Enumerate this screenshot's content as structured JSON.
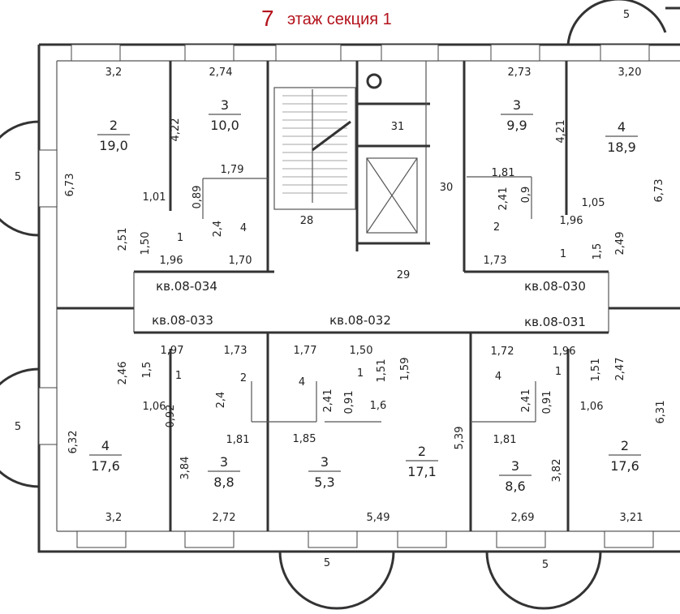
{
  "title": {
    "number": "7",
    "text": "этаж секция 1"
  },
  "apartments": [
    "кв.08-034",
    "кв.08-033",
    "кв.08-032",
    "кв.08-030",
    "кв.08-031"
  ],
  "rooms": [
    {
      "num": "2",
      "area": "19,0"
    },
    {
      "num": "3",
      "area": "10,0"
    },
    {
      "num": "3",
      "area": "9,9"
    },
    {
      "num": "4",
      "area": "18,9"
    },
    {
      "num": "4",
      "area": "17,6"
    },
    {
      "num": "3",
      "area": "8,8"
    },
    {
      "num": "3",
      "area": "5,3"
    },
    {
      "num": "2",
      "area": "17,1"
    },
    {
      "num": "3",
      "area": "8,6"
    },
    {
      "num": "2",
      "area": "17,6"
    }
  ],
  "room_numbers": [
    "1",
    "4",
    "28",
    "31",
    "30",
    "29",
    "2",
    "1",
    "1",
    "2",
    "4",
    "1",
    "4",
    "1",
    "5",
    "5",
    "5",
    "5",
    "5"
  ],
  "dimensions": [
    "3,2",
    "2,74",
    "2,73",
    "3,20",
    "6,73",
    "4,22",
    "1,79",
    "0,89",
    "1,01",
    "2,4",
    "2,51",
    "1,50",
    "1,96",
    "1,70",
    "1,81",
    "2,41",
    "0,9",
    "4,21",
    "1,05",
    "1,96",
    "1,73",
    "1,5",
    "2,49",
    "6,73",
    "2,46",
    "1,5",
    "1,97",
    "1,73",
    "1,77",
    "1,50",
    "1,51",
    "1,59",
    "1,72",
    "1,96",
    "1,51",
    "2,47",
    "1,06",
    "0,92",
    "2,4",
    "1,81",
    "2,41",
    "0,91",
    "1,6",
    "1,85",
    "5,39",
    "2,41",
    "0,91",
    "1,06",
    "1,81",
    "6,32",
    "3,84",
    "3,82",
    "6,31",
    "3,2",
    "2,72",
    "5,49",
    "2,69",
    "3,21"
  ]
}
